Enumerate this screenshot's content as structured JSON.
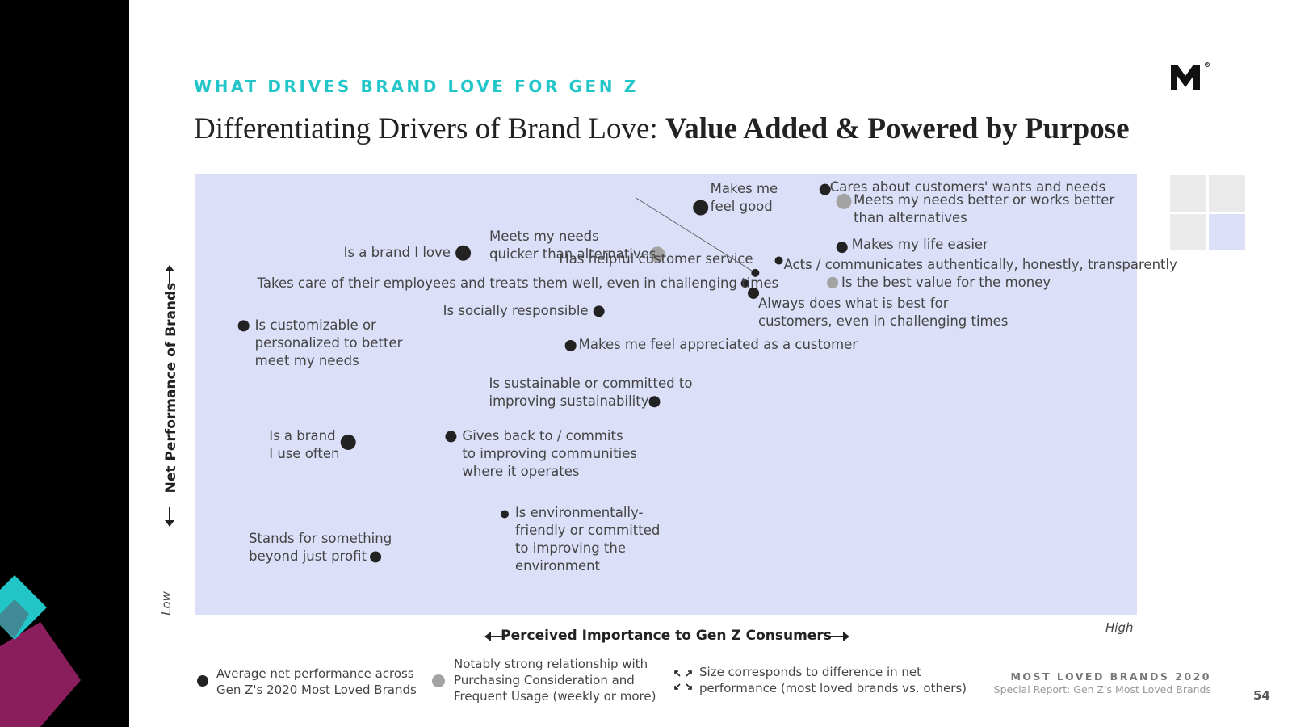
{
  "header": {
    "eyebrow": "WHAT DRIVES BRAND LOVE FOR GEN Z",
    "title_regular": "Differentiating Drivers of Brand Love: ",
    "title_bold": "Value Added & Powered by Purpose"
  },
  "footer": {
    "brand": "MOST LOVED BRANDS 2020",
    "subtitle": "Special Report: Gen Z's Most Loved Brands",
    "page_number": "54"
  },
  "legend": {
    "black_dot": "Average net performance across|Gen Z's 2020 Most Loved Brands",
    "gray_dot": "Notably strong relationship with|Purchasing Consideration and|Frequent Usage (weekly or more)",
    "size_note": "Size corresponds to difference in net|performance (most loved brands vs. others)"
  },
  "colors": {
    "plot_bg": "#dcdff8",
    "black_dot": "#222222",
    "gray_dot": "#a3a3a3",
    "accent_teal": "#22c5c8",
    "accent_magenta": "#8a1d5c"
  },
  "chart_data": {
    "type": "scatter",
    "xlabel": "Perceived Importance to Gen Z Consumers",
    "ylabel": "Net Performance of Brands",
    "x_low_label": "",
    "x_high_label": "High",
    "y_low_label": "Low",
    "y_high_label": "",
    "xlim": [
      0,
      100
    ],
    "ylim": [
      0,
      100
    ],
    "grid": false,
    "points": [
      {
        "label": "Has helpful customer service",
        "x": 59.5,
        "y": 77.5,
        "size": 1,
        "color": "black"
      },
      {
        "label": "Makes me|feel good",
        "x": 53.7,
        "y": 92.3,
        "size": 3,
        "color": "black"
      },
      {
        "label": "Cares about customers' wants and needs",
        "x": 66.9,
        "y": 96.4,
        "size": 2,
        "color": "black"
      },
      {
        "label": "Meets my needs better or works better|than alternatives",
        "x": 68.9,
        "y": 93.7,
        "size": 3,
        "color": "gray"
      },
      {
        "label": "Makes my life easier",
        "x": 68.7,
        "y": 83.3,
        "size": 2,
        "color": "black"
      },
      {
        "label": "Acts / communicates authentically, honestly, transparently",
        "x": 62.0,
        "y": 80.3,
        "size": 1,
        "color": "black"
      },
      {
        "label": "Is the best value for the money",
        "x": 67.7,
        "y": 75.3,
        "size": 2,
        "color": "gray"
      },
      {
        "label": "Always does what is best for|customers, even in challenging times",
        "x": 59.3,
        "y": 72.9,
        "size": 2,
        "color": "black"
      },
      {
        "label": "Takes care of their employees and treats them well, even in challenging times",
        "x": 58.4,
        "y": 75.1,
        "size": 1,
        "color": "black"
      },
      {
        "label": "Meets my needs|quicker than alternatives",
        "x": 49.1,
        "y": 81.7,
        "size": 3,
        "color": "gray"
      },
      {
        "label": "Is a brand I love",
        "x": 28.5,
        "y": 82.0,
        "size": 3,
        "color": "black"
      },
      {
        "label": "Is socially responsible",
        "x": 42.9,
        "y": 68.8,
        "size": 2,
        "color": "black"
      },
      {
        "label": "Makes me feel appreciated as a customer",
        "x": 39.9,
        "y": 61.0,
        "size": 2,
        "color": "black"
      },
      {
        "label": "Is customizable or|personalized to better|meet my needs",
        "x": 5.2,
        "y": 65.5,
        "size": 2,
        "color": "black"
      },
      {
        "label": "Is sustainable or committed to|improving sustainability",
        "x": 48.8,
        "y": 48.3,
        "size": 2,
        "color": "black"
      },
      {
        "label": "Is a brand|I use often",
        "x": 16.3,
        "y": 39.1,
        "size": 3,
        "color": "black"
      },
      {
        "label": "Gives back to / commits|to improving communities|where it operates",
        "x": 27.2,
        "y": 40.4,
        "size": 2,
        "color": "black"
      },
      {
        "label": "Is environmentally-|friendly or committed|to improving the|environment",
        "x": 32.9,
        "y": 22.8,
        "size": 1,
        "color": "black"
      },
      {
        "label": "Stands for something|beyond just profit",
        "x": 19.2,
        "y": 13.1,
        "size": 2,
        "color": "black"
      }
    ]
  }
}
